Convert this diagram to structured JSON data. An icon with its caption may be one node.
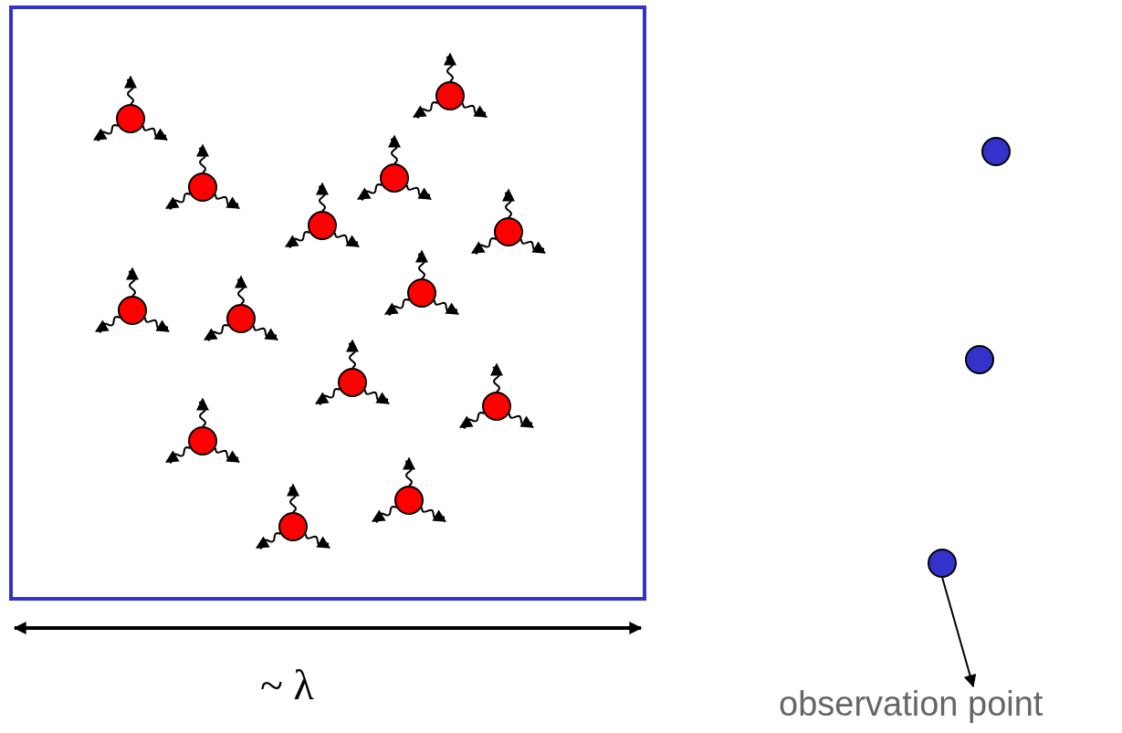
{
  "diagram": {
    "nodes": [
      {
        "text": [],
        "shape": "box"
      },
      {
        "text": [],
        "shape": "circle",
        "in": 0
      },
      {
        "text": [],
        "shape": "circle",
        "in": 0
      },
      {
        "text": [],
        "shape": "circle",
        "in": 0
      },
      {
        "text": [],
        "shape": "circle",
        "in": 0
      },
      {
        "text": [],
        "shape": "circle",
        "in": 0
      },
      {
        "text": [],
        "shape": "circle",
        "in": 0
      },
      {
        "text": [],
        "shape": "circle",
        "in": 0
      },
      {
        "text": [],
        "shape": "circle",
        "in": 0
      },
      {
        "text": [],
        "shape": "circle",
        "in": 0
      },
      {
        "text": [],
        "shape": "circle",
        "in": 0
      },
      {
        "text": [],
        "shape": "circle",
        "in": 0
      },
      {
        "text": [],
        "shape": "circle",
        "in": 0
      },
      {
        "text": [],
        "shape": "circle",
        "in": 0
      },
      {
        "text": [],
        "shape": "circle",
        "in": 0
      },
      {
        "text": [],
        "shape": "circle"
      },
      {
        "text": [],
        "shape": "circle"
      },
      {
        "text": [],
        "shape": "circle"
      },
      {
        "text": [
          "observation point"
        ]
      }
    ],
    "edges": [
      {
        "from": 17,
        "to": 18,
        "arrow": "to"
      }
    ],
    "labels": [
      "~ λ"
    ]
  }
}
